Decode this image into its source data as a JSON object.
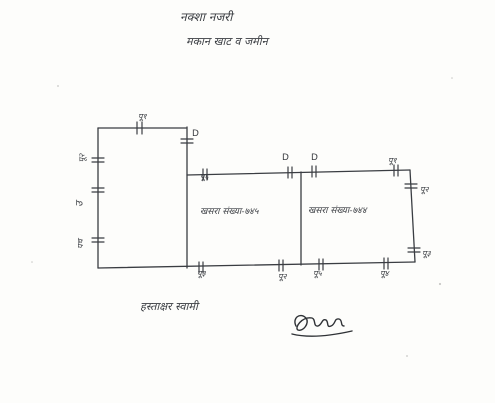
{
  "header": {
    "line1": "नक्शा नजरी",
    "line2": "मकान खाट व जमीन"
  },
  "plots": [
    {
      "label": "खसरा संख्या-७४५"
    },
    {
      "label": "खसरा संख्या-७४४"
    }
  ],
  "corner_marks": [
    "D",
    "D",
    "D"
  ],
  "edge_labels": {
    "top_left": "पू१",
    "left_1": "पू२",
    "left_2": "उ",
    "left_3": "पच",
    "mid_top": "पू६",
    "right_top": "पू१",
    "right_1": "पू२",
    "right_2": "पू३",
    "bottom_1": "पू३",
    "bottom_2": "पू२",
    "bottom_3": "पू५",
    "bottom_4": "पू४"
  },
  "footer": {
    "signature_caption": "हस्ताक्षर स्वामी"
  },
  "colors": {
    "paper": "#fdfdfb",
    "ink": "#3a3d42"
  }
}
